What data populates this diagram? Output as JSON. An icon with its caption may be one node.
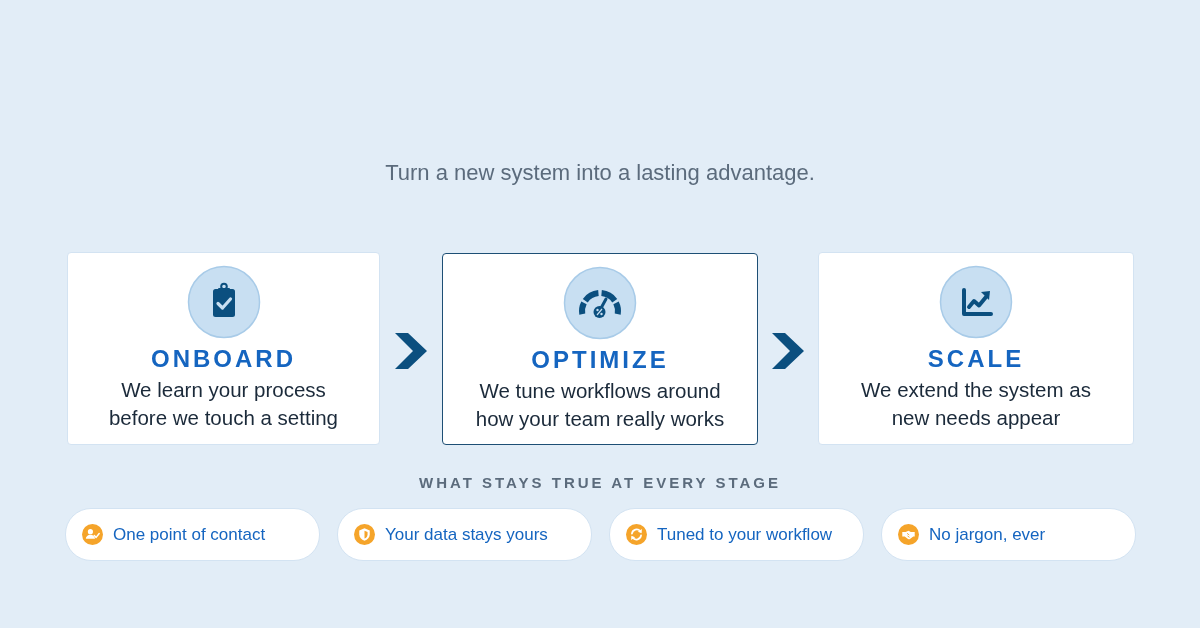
{
  "diagram": {
    "nodes": [
      {
        "text": [
          "ONBOARD",
          "We learn your process before we touch a setting"
        ]
      },
      {
        "text": [
          "OPTIMIZE",
          "We tune workflows around how your team really works"
        ]
      },
      {
        "text": [
          "SCALE",
          "We extend the system as new needs appear"
        ]
      },
      {
        "text": [
          "One point of contact"
        ]
      },
      {
        "text": [
          "Your data stays yours"
        ]
      },
      {
        "text": [
          "Tuned to your workflow"
        ]
      },
      {
        "text": [
          "No jargon, ever"
        ]
      }
    ],
    "edges": [
      {
        "from": 0,
        "to": 1,
        "arrow": "to"
      },
      {
        "from": 1,
        "to": 2,
        "arrow": "to"
      }
    ],
    "labels": [
      "Turn a new system into a lasting advantage.",
      "WHAT STAYS TRUE AT EVERY STAGE"
    ]
  }
}
